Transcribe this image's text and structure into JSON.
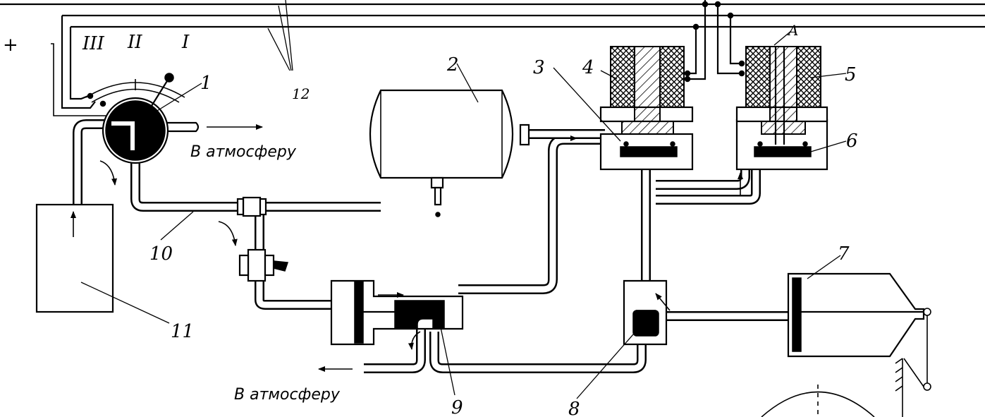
{
  "labels": {
    "n1": "1",
    "n2": "2",
    "n3": "3",
    "n4": "4",
    "n5": "5",
    "n6": "6",
    "n7": "7",
    "n8": "8",
    "n9": "9",
    "n10": "10",
    "n11": "11",
    "n12": "12",
    "pos_I": "I",
    "pos_II": "II",
    "pos_III": "III",
    "letter_A": "A",
    "plus": "+"
  },
  "annotations": {
    "to_atmosphere_top": "В атмосферу",
    "to_atmosphere_bottom": "В атмосферу"
  },
  "colors": {
    "ink": "#000000",
    "paper": "#ffffff"
  }
}
